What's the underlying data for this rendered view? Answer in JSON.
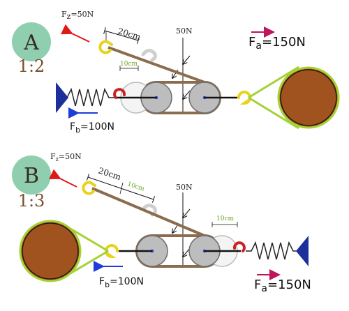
{
  "panels": [
    {
      "id": "A",
      "ratio": "1:2",
      "fz_main": "F",
      "fz_sub": "z",
      "fz_value": "=50N",
      "fa_main": "F",
      "fa_sub": "a",
      "fa_value": "=150N",
      "fb_main": "F",
      "fb_sub": "b",
      "fb_value": "=100N",
      "dim_long": "20cm",
      "dim_short": "10cm",
      "rope_force": "50N"
    },
    {
      "id": "B",
      "ratio": "1:3",
      "fz_main": "F",
      "fz_sub": "z",
      "fz_value": "=50N",
      "fa_main": "F",
      "fa_sub": "a",
      "fa_value": "=150N",
      "fb_main": "F",
      "fb_sub": "b",
      "fb_value": "=100N",
      "dim_long": "20cm",
      "dim_short": "10cm",
      "dim_short_right": "10cm",
      "rope_force": "50N"
    }
  ],
  "colors": {
    "badge": "#8fcfb0",
    "rope": "#8b6c4d",
    "pulley": "#bdbdbd",
    "pulley_stroke": "#6e6e6e",
    "drum": "#a0521f",
    "drum_ring": "#a4d233",
    "hook": "#e9d21c",
    "hook_red": "#cc2222",
    "arrow_red": "#e01818",
    "arrow_blue": "#1e3cd8",
    "arrow_magenta": "#c0145c",
    "anchor_blue": "#1d2f9a"
  }
}
